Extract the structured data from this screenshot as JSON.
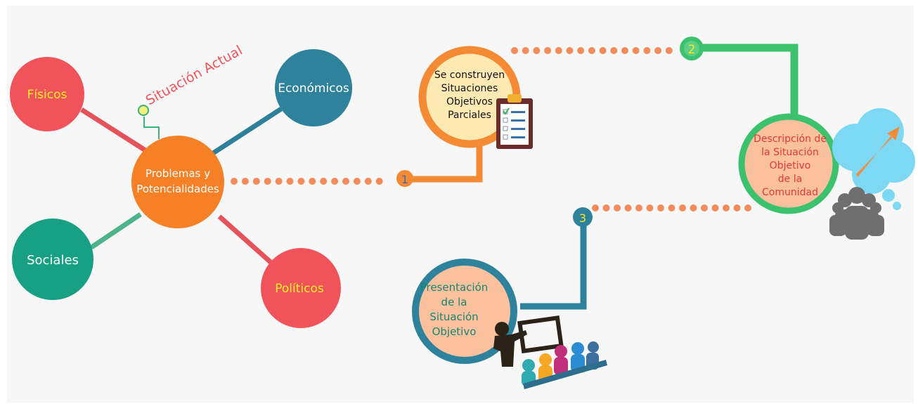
{
  "hub": {
    "label": "Problemas y Potencialidades"
  },
  "title_tag": {
    "label": "Situación Actual"
  },
  "spokes": {
    "fisicos": "Físicos",
    "economicos": "Económicos",
    "sociales": "Sociales",
    "politicos": "Políticos"
  },
  "steps": [
    {
      "number": "1",
      "label": "Se construyen Situaciones Objetivos Parciales"
    },
    {
      "number": "2",
      "label": "Descripción de la Situación Objetivo de la Comunidad"
    },
    {
      "number": "3",
      "label": "Presentación de la Situación Objetivo"
    }
  ],
  "colors": {
    "orange": "#f58a35",
    "red": "#f0535a",
    "teal_dark": "#2e829c",
    "green_teal": "#17a083",
    "green": "#3cc16d",
    "peach": "#fbc09d",
    "cream": "#fdeab3",
    "yellow_text": "#f9f22a"
  },
  "icons": [
    "checklist-clipboard-icon",
    "idea-cloud-icon",
    "people-group-icon",
    "presenter-audience-icon"
  ]
}
